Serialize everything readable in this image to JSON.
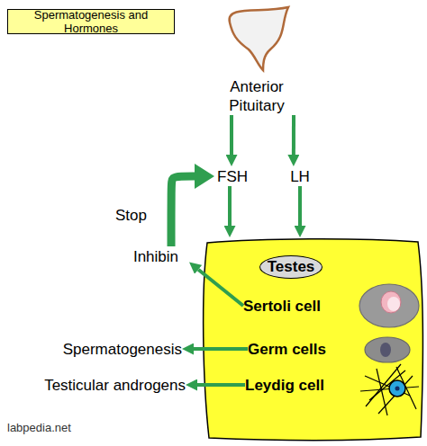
{
  "diagram": {
    "title": "Spermatogenesis and Hormones",
    "nodes": [
      {
        "text": [
          "Anterior Pituitary"
        ]
      },
      {
        "text": [
          "FSH"
        ]
      },
      {
        "text": [
          "LH"
        ]
      },
      {
        "text": [
          "Inhibin"
        ]
      },
      {
        "text": [
          "Testes"
        ]
      },
      {
        "text": [
          "Sertoli cell"
        ],
        "in": 4
      },
      {
        "text": [
          "Germ cells"
        ],
        "in": 4
      },
      {
        "text": [
          "Leydig cell"
        ],
        "in": 4
      },
      {
        "text": [
          "Spermatogenesis"
        ]
      },
      {
        "text": [
          "Testicular androgens"
        ]
      }
    ],
    "edges": [
      {
        "from": 0,
        "to": 1,
        "arrow": "to"
      },
      {
        "from": 0,
        "to": 2,
        "arrow": "to"
      },
      {
        "from": 1,
        "to": 4,
        "arrow": "to"
      },
      {
        "from": 2,
        "to": 4,
        "arrow": "to"
      },
      {
        "from": 5,
        "to": 3,
        "arrow": "to"
      },
      {
        "from": 3,
        "to": 1,
        "label": "Stop",
        "arrow": "to"
      },
      {
        "from": 6,
        "to": 8,
        "arrow": "to"
      },
      {
        "from": 7,
        "to": 9,
        "arrow": "to"
      }
    ],
    "labels": [
      "labpedia.net"
    ]
  }
}
